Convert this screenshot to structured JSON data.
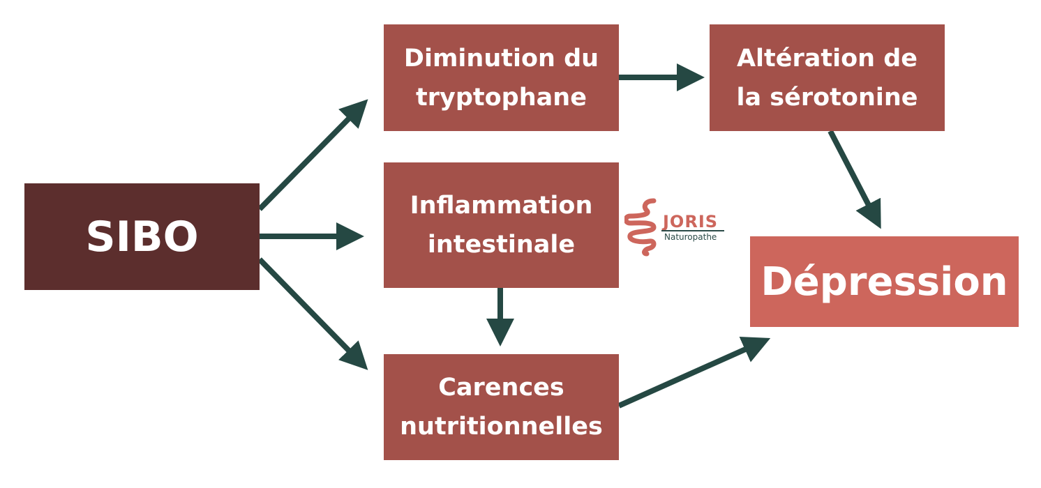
{
  "nodes": {
    "sibo": "SIBO",
    "tryptophane": [
      "Diminution du",
      "tryptophane"
    ],
    "inflammation": [
      "Inflammation",
      "intestinale"
    ],
    "carences": [
      "Carences",
      "nutritionnelles"
    ],
    "serotonine": [
      "Altération de",
      "la sérotonine"
    ],
    "depression": "Dépression"
  },
  "logo": {
    "name": "JORIS",
    "subtitle": "Naturopathe"
  },
  "colors": {
    "sibo_box": "#5c2e2d",
    "middle_box": "#a3514a",
    "depression_box": "#cd665c",
    "arrow": "#254843",
    "text": "#ffffff"
  }
}
